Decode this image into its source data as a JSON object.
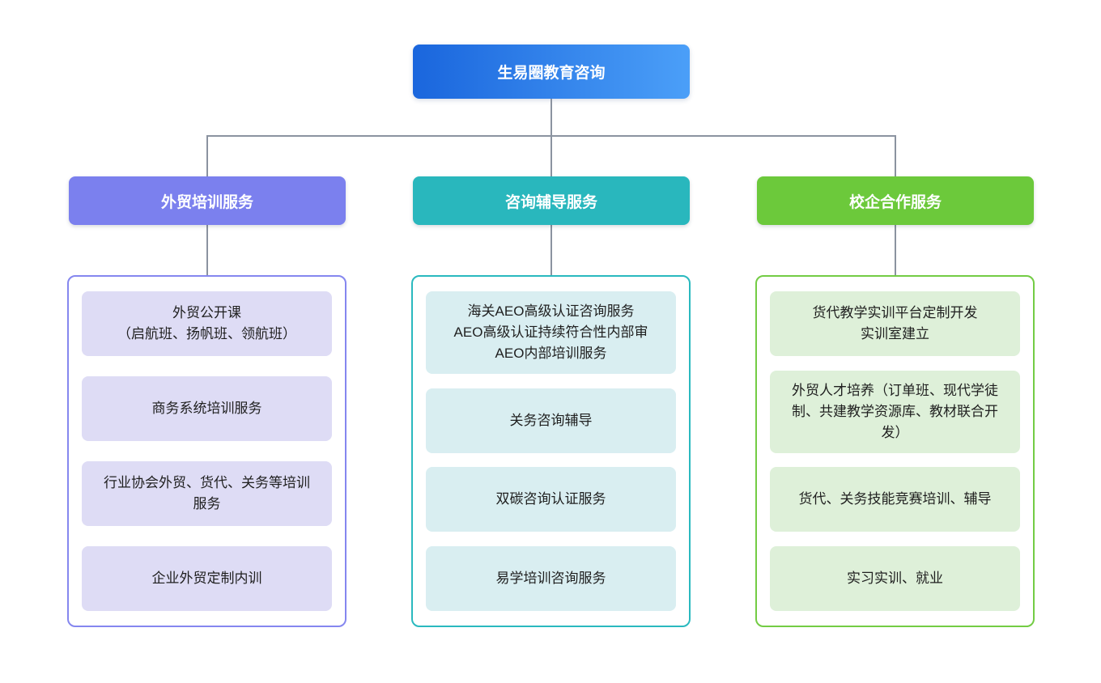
{
  "root": {
    "label": "生易圈教育咨询",
    "gradient_from": "#1a66dd",
    "gradient_to": "#4b9ff8"
  },
  "connector_color": "#8b93a0",
  "branches": [
    {
      "label": "外贸培训服务",
      "header_color": "#7b80ee",
      "border_color": "#8587ef",
      "item_bg": "#dedcf5",
      "items": [
        "外贸公开课\n（启航班、扬帆班、领航班）",
        "商务系统培训服务",
        "行业协会外贸、货代、关务等培训服务",
        "企业外贸定制内训"
      ]
    },
    {
      "label": "咨询辅导服务",
      "header_color": "#29b7bd",
      "border_color": "#2ab9bf",
      "item_bg": "#d9eef1",
      "items": [
        "海关AEO高级认证咨询服务\nAEO高级认证持续符合性内部审\nAEO内部培训服务",
        "关务咨询辅导",
        "双碳咨询认证服务",
        "易学培训咨询服务"
      ]
    },
    {
      "label": "校企合作服务",
      "header_color": "#6cc93b",
      "border_color": "#73cc44",
      "item_bg": "#def0d9",
      "items": [
        "货代教学实训平台定制开发\n实训室建立",
        "外贸人才培养（订单班、现代学徒制、共建教学资源库、教材联合开发）",
        "货代、关务技能竞赛培训、辅导",
        "实习实训、就业"
      ]
    }
  ]
}
